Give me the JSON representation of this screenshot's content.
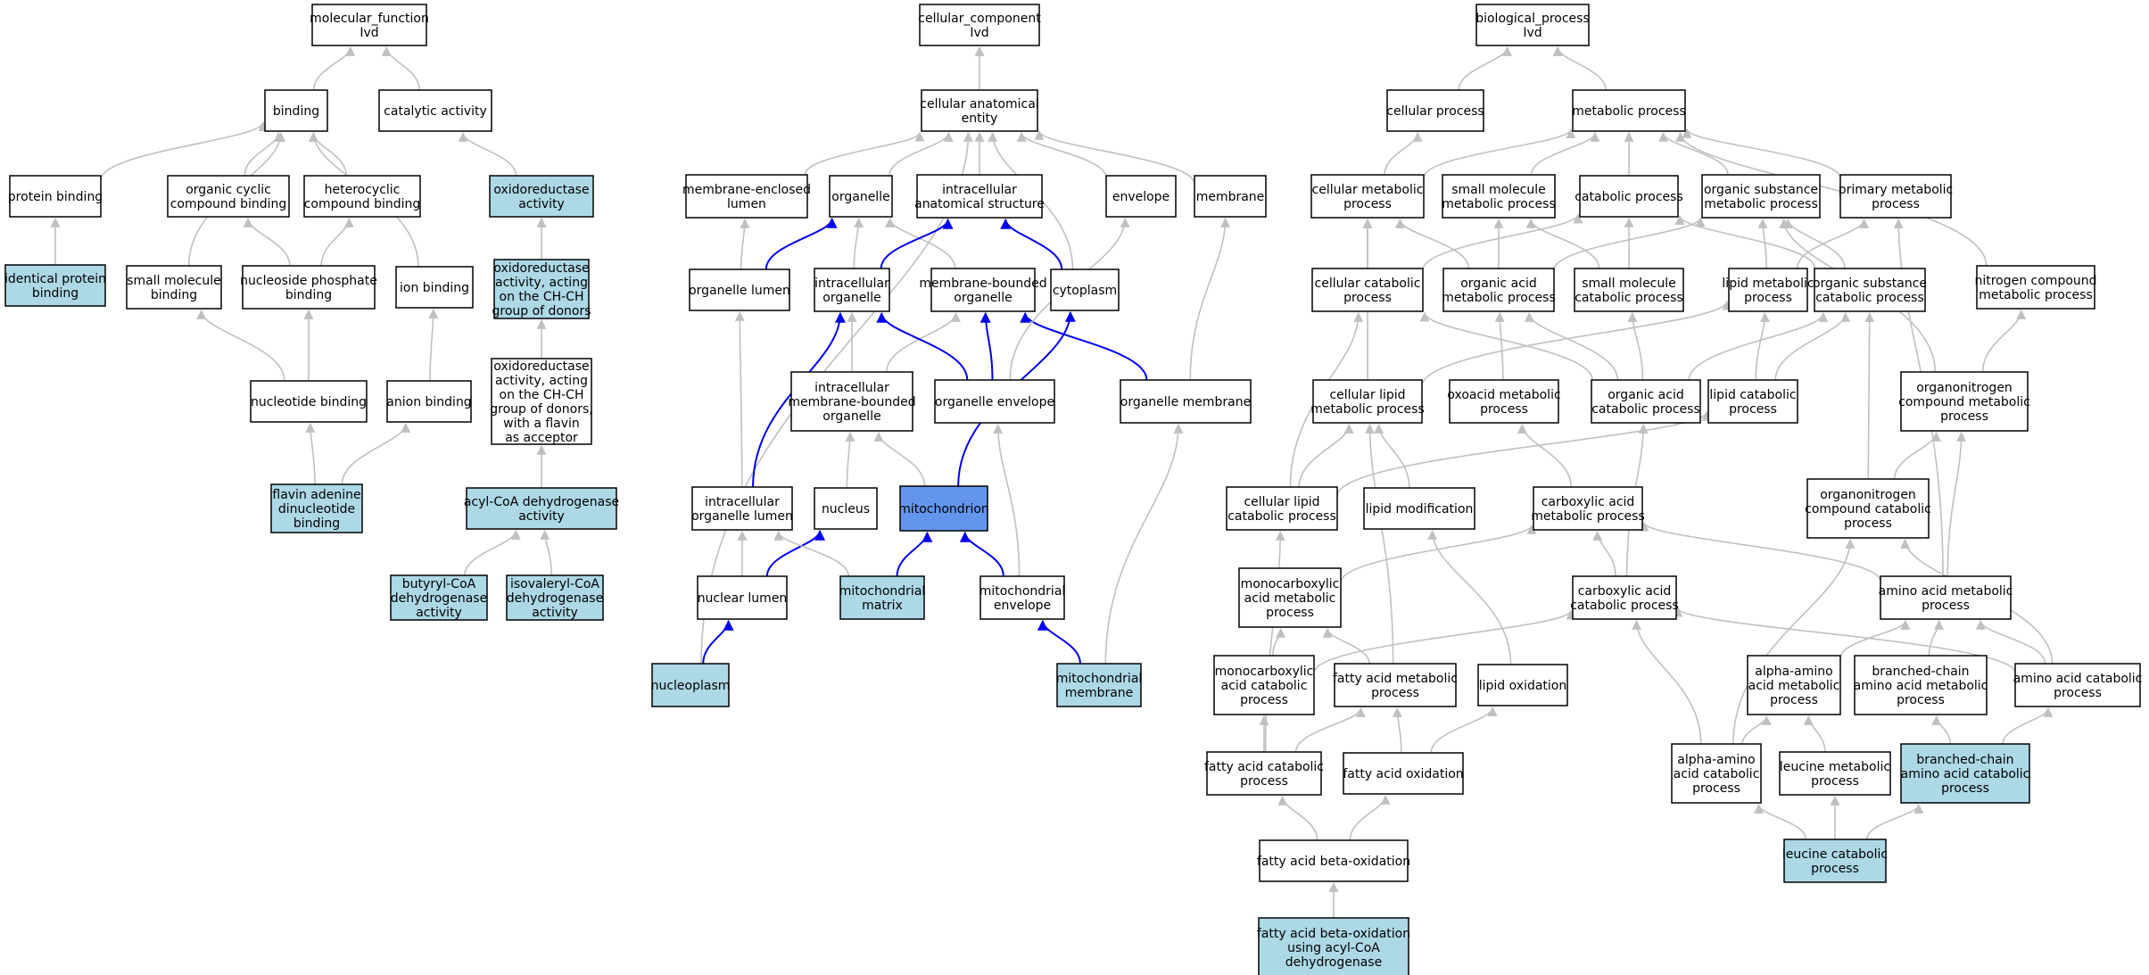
{
  "graph": {
    "colors": {
      "white": "#ffffff",
      "annotated": "#add8e6",
      "focus": "#6495ed",
      "edge_default": "#c0c0c0",
      "edge_highlight": "#0000ee"
    },
    "nodes": [
      {
        "id": "mf",
        "lines": [
          "molecular_function",
          "Ivd"
        ],
        "fill": "white"
      },
      {
        "id": "binding",
        "lines": [
          "binding"
        ],
        "fill": "white"
      },
      {
        "id": "catalytic",
        "lines": [
          "catalytic activity"
        ],
        "fill": "white"
      },
      {
        "id": "protbind",
        "lines": [
          "protein binding"
        ],
        "fill": "white"
      },
      {
        "id": "orgcyc",
        "lines": [
          "organic cyclic",
          "compound binding"
        ],
        "fill": "white"
      },
      {
        "id": "hetcyc",
        "lines": [
          "heterocyclic",
          "compound binding"
        ],
        "fill": "white"
      },
      {
        "id": "oxred",
        "lines": [
          "oxidoreductase",
          "activity"
        ],
        "fill": "annotated"
      },
      {
        "id": "identprot",
        "lines": [
          "identical protein",
          "binding"
        ],
        "fill": "annotated"
      },
      {
        "id": "smallmol",
        "lines": [
          "small molecule",
          "binding"
        ],
        "fill": "white"
      },
      {
        "id": "nucphos",
        "lines": [
          "nucleoside phosphate",
          "binding"
        ],
        "fill": "white"
      },
      {
        "id": "ionbind",
        "lines": [
          "ion binding"
        ],
        "fill": "white"
      },
      {
        "id": "oxchch",
        "lines": [
          "oxidoreductase",
          "activity, acting",
          "on the CH-CH",
          "group of donors"
        ],
        "fill": "annotated"
      },
      {
        "id": "nucbind",
        "lines": [
          "nucleotide binding"
        ],
        "fill": "white"
      },
      {
        "id": "anionbind",
        "lines": [
          "anion binding"
        ],
        "fill": "white"
      },
      {
        "id": "oxflavin",
        "lines": [
          "oxidoreductase",
          "activity, acting",
          "on the CH-CH",
          "group of donors,",
          "with a flavin",
          "as acceptor"
        ],
        "fill": "white"
      },
      {
        "id": "fad",
        "lines": [
          "flavin adenine",
          "dinucleotide",
          "binding"
        ],
        "fill": "annotated"
      },
      {
        "id": "acylcoa",
        "lines": [
          "acyl-CoA dehydrogenase",
          "activity"
        ],
        "fill": "annotated"
      },
      {
        "id": "butyryl",
        "lines": [
          "butyryl-CoA",
          "dehydrogenase",
          "activity"
        ],
        "fill": "annotated"
      },
      {
        "id": "isovaleryl",
        "lines": [
          "isovaleryl-CoA",
          "dehydrogenase",
          "activity"
        ],
        "fill": "annotated"
      },
      {
        "id": "cc",
        "lines": [
          "cellular_component",
          "Ivd"
        ],
        "fill": "white"
      },
      {
        "id": "cae",
        "lines": [
          "cellular anatomical",
          "entity"
        ],
        "fill": "white"
      },
      {
        "id": "melumen",
        "lines": [
          "membrane-enclosed",
          "lumen"
        ],
        "fill": "white"
      },
      {
        "id": "organelle",
        "lines": [
          "organelle"
        ],
        "fill": "white"
      },
      {
        "id": "ias",
        "lines": [
          "intracellular",
          "anatomical structure"
        ],
        "fill": "white"
      },
      {
        "id": "envelope",
        "lines": [
          "envelope"
        ],
        "fill": "white"
      },
      {
        "id": "membrane",
        "lines": [
          "membrane"
        ],
        "fill": "white"
      },
      {
        "id": "orglumen",
        "lines": [
          "organelle lumen"
        ],
        "fill": "white"
      },
      {
        "id": "intorg",
        "lines": [
          "intracellular",
          "organelle"
        ],
        "fill": "white"
      },
      {
        "id": "mborg",
        "lines": [
          "membrane-bounded",
          "organelle"
        ],
        "fill": "white"
      },
      {
        "id": "cytoplasm",
        "lines": [
          "cytoplasm"
        ],
        "fill": "white"
      },
      {
        "id": "imbo",
        "lines": [
          "intracellular",
          "membrane-bounded",
          "organelle"
        ],
        "fill": "white"
      },
      {
        "id": "orgenv",
        "lines": [
          "organelle envelope"
        ],
        "fill": "white"
      },
      {
        "id": "orgmem",
        "lines": [
          "organelle membrane"
        ],
        "fill": "white"
      },
      {
        "id": "intorglumen",
        "lines": [
          "intracellular",
          "organelle lumen"
        ],
        "fill": "white"
      },
      {
        "id": "nucleus",
        "lines": [
          "nucleus"
        ],
        "fill": "white"
      },
      {
        "id": "mito",
        "lines": [
          "mitochondrion"
        ],
        "fill": "focus"
      },
      {
        "id": "nuclumen",
        "lines": [
          "nuclear lumen"
        ],
        "fill": "white"
      },
      {
        "id": "mitomatrix",
        "lines": [
          "mitochondrial",
          "matrix"
        ],
        "fill": "annotated"
      },
      {
        "id": "mitoenv",
        "lines": [
          "mitochondrial",
          "envelope"
        ],
        "fill": "white"
      },
      {
        "id": "nucleoplasm",
        "lines": [
          "nucleoplasm"
        ],
        "fill": "annotated"
      },
      {
        "id": "mitomem",
        "lines": [
          "mitochondrial",
          "membrane"
        ],
        "fill": "annotated"
      },
      {
        "id": "bp",
        "lines": [
          "biological_process",
          "Ivd"
        ],
        "fill": "white"
      },
      {
        "id": "cellproc",
        "lines": [
          "cellular process"
        ],
        "fill": "white"
      },
      {
        "id": "metproc",
        "lines": [
          "metabolic process"
        ],
        "fill": "white"
      },
      {
        "id": "cellmet",
        "lines": [
          "cellular metabolic",
          "process"
        ],
        "fill": "white"
      },
      {
        "id": "smallmolmet",
        "lines": [
          "small molecule",
          "metabolic process"
        ],
        "fill": "white"
      },
      {
        "id": "catproc",
        "lines": [
          "catabolic process"
        ],
        "fill": "white"
      },
      {
        "id": "orgsubmet",
        "lines": [
          "organic substance",
          "metabolic process"
        ],
        "fill": "white"
      },
      {
        "id": "primmet",
        "lines": [
          "primary metabolic",
          "process"
        ],
        "fill": "white"
      },
      {
        "id": "cellcat",
        "lines": [
          "cellular catabolic",
          "process"
        ],
        "fill": "white"
      },
      {
        "id": "orgacidmet",
        "lines": [
          "organic acid",
          "metabolic process"
        ],
        "fill": "white"
      },
      {
        "id": "smallmolcat",
        "lines": [
          "small molecule",
          "catabolic process"
        ],
        "fill": "white"
      },
      {
        "id": "lipidmet",
        "lines": [
          "lipid metabolic",
          "process"
        ],
        "fill": "white"
      },
      {
        "id": "orgsubcat",
        "lines": [
          "organic substance",
          "catabolic process"
        ],
        "fill": "white"
      },
      {
        "id": "nitromet",
        "lines": [
          "nitrogen compound",
          "metabolic process"
        ],
        "fill": "white"
      },
      {
        "id": "celllipidmet",
        "lines": [
          "cellular lipid",
          "metabolic process"
        ],
        "fill": "white"
      },
      {
        "id": "oxoacid",
        "lines": [
          "oxoacid metabolic",
          "process"
        ],
        "fill": "white"
      },
      {
        "id": "orgacidcat",
        "lines": [
          "organic acid",
          "catabolic process"
        ],
        "fill": "white"
      },
      {
        "id": "lipidcat",
        "lines": [
          "lipid catabolic",
          "process"
        ],
        "fill": "white"
      },
      {
        "id": "orgnitromet",
        "lines": [
          "organonitrogen",
          "compound metabolic",
          "process"
        ],
        "fill": "white"
      },
      {
        "id": "celllipidcat",
        "lines": [
          "cellular lipid",
          "catabolic process"
        ],
        "fill": "white"
      },
      {
        "id": "lipidmod",
        "lines": [
          "lipid modification"
        ],
        "fill": "white"
      },
      {
        "id": "carbacidmet",
        "lines": [
          "carboxylic acid",
          "metabolic process"
        ],
        "fill": "white"
      },
      {
        "id": "orgnitrocat",
        "lines": [
          "organonitrogen",
          "compound catabolic",
          "process"
        ],
        "fill": "white"
      },
      {
        "id": "monocarbmet",
        "lines": [
          "monocarboxylic",
          "acid metabolic",
          "process"
        ],
        "fill": "white"
      },
      {
        "id": "carbacidcat",
        "lines": [
          "carboxylic acid",
          "catabolic process"
        ],
        "fill": "white"
      },
      {
        "id": "aamet",
        "lines": [
          "amino acid metabolic",
          "process"
        ],
        "fill": "white"
      },
      {
        "id": "monocarbcat",
        "lines": [
          "monocarboxylic",
          "acid catabolic",
          "process"
        ],
        "fill": "white"
      },
      {
        "id": "famet",
        "lines": [
          "fatty acid metabolic",
          "process"
        ],
        "fill": "white"
      },
      {
        "id": "lipidox",
        "lines": [
          "lipid oxidation"
        ],
        "fill": "white"
      },
      {
        "id": "alphaaamet",
        "lines": [
          "alpha-amino",
          "acid metabolic",
          "process"
        ],
        "fill": "white"
      },
      {
        "id": "bcaamet",
        "lines": [
          "branched-chain",
          "amino acid metabolic",
          "process"
        ],
        "fill": "white"
      },
      {
        "id": "aacat",
        "lines": [
          "amino acid catabolic",
          "process"
        ],
        "fill": "white"
      },
      {
        "id": "facat",
        "lines": [
          "fatty acid catabolic",
          "process"
        ],
        "fill": "white"
      },
      {
        "id": "faox",
        "lines": [
          "fatty acid oxidation"
        ],
        "fill": "white"
      },
      {
        "id": "alphaaacat",
        "lines": [
          "alpha-amino",
          "acid catabolic",
          "process"
        ],
        "fill": "white"
      },
      {
        "id": "leumet",
        "lines": [
          "leucine metabolic",
          "process"
        ],
        "fill": "white"
      },
      {
        "id": "bcaacat",
        "lines": [
          "branched-chain",
          "amino acid catabolic",
          "process"
        ],
        "fill": "annotated"
      },
      {
        "id": "fabeta",
        "lines": [
          "fatty acid beta-oxidation"
        ],
        "fill": "white"
      },
      {
        "id": "leucat",
        "lines": [
          "leucine catabolic",
          "process"
        ],
        "fill": "annotated"
      },
      {
        "id": "fabetaacyl",
        "lines": [
          "fatty acid beta-oxidation",
          "using acyl-CoA",
          "dehydrogenase"
        ],
        "fill": "annotated"
      }
    ]
  }
}
